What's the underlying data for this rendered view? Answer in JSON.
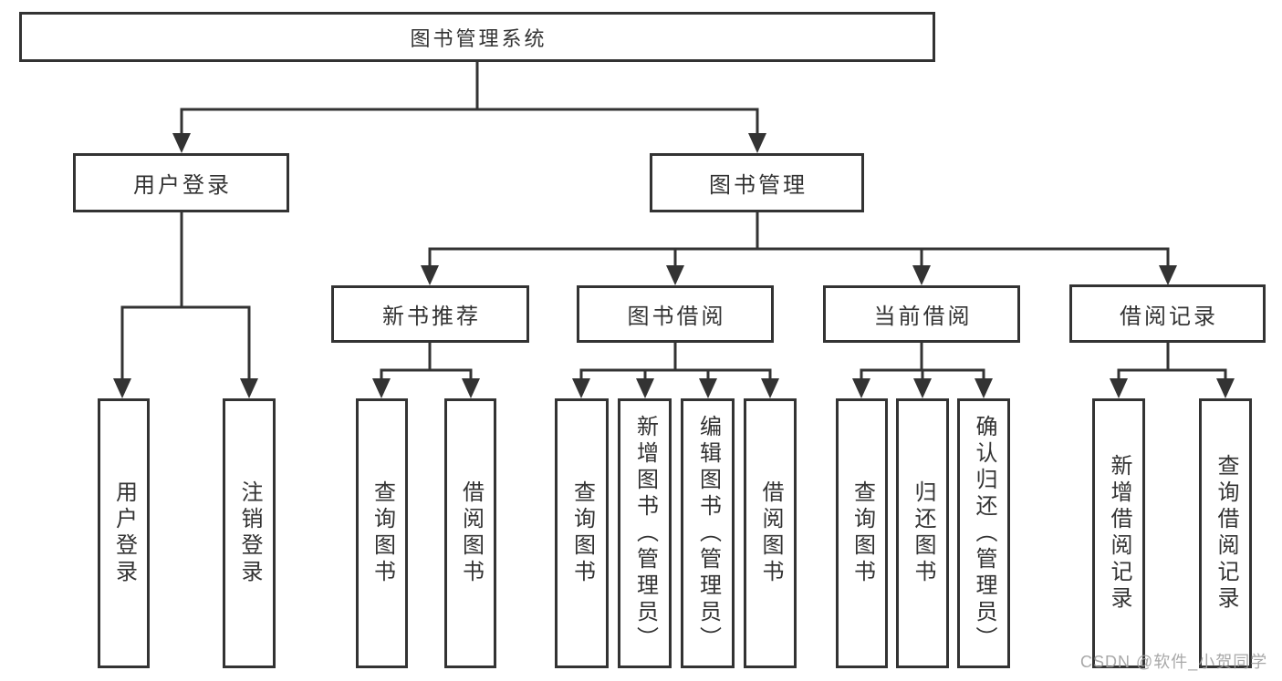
{
  "diagram": {
    "type": "tree",
    "title": "图书管理系统",
    "watermark": "CSDN @软件_小贺同学",
    "colors": {
      "background": "#ffffff",
      "line": "#333333",
      "text": "#333333",
      "watermark": "#9e9e9e"
    }
  },
  "nodes": {
    "root": "图书管理系统",
    "user_login": "用户登录",
    "book_mgmt": "图书管理",
    "login": "用户登录",
    "logout": "注销登录",
    "new_books": "新书推荐",
    "book_borrow": "图书借阅",
    "current_borrow": "当前借阅",
    "borrow_records": "借阅记录",
    "nb_query": "查询图书",
    "nb_borrow": "借阅图书",
    "bb_query": "查询图书",
    "bb_add": "新增图书（管理员）",
    "bb_edit": "编辑图书（管理员）",
    "bb_borrow": "借阅图书",
    "cb_query": "查询图书",
    "cb_return": "归还图书",
    "cb_confirm": "确认归还（管理员）",
    "br_add": "新增借阅记录",
    "br_query": "查询借阅记录"
  },
  "tree": {
    "图书管理系统": {
      "用户登录": [
        "用户登录",
        "注销登录"
      ],
      "图书管理": {
        "新书推荐": [
          "查询图书",
          "借阅图书"
        ],
        "图书借阅": [
          "查询图书",
          "新增图书（管理员）",
          "编辑图书（管理员）",
          "借阅图书"
        ],
        "当前借阅": [
          "查询图书",
          "归还图书",
          "确认归还（管理员）"
        ],
        "借阅记录": [
          "新增借阅记录",
          "查询借阅记录"
        ]
      }
    }
  }
}
